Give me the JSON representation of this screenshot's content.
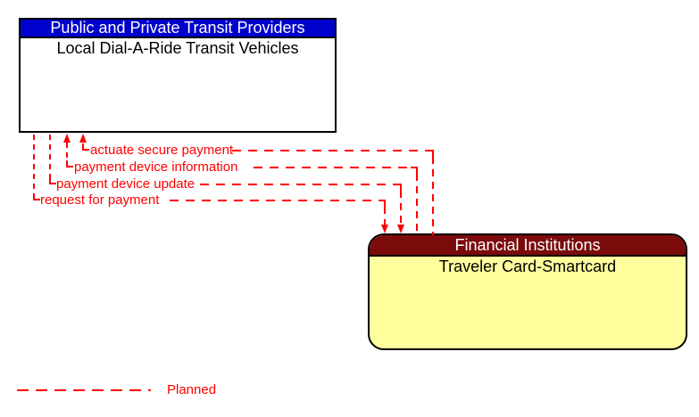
{
  "diagram": {
    "type": "architecture-interconnect-context-diagram"
  },
  "boxes": {
    "transit": {
      "header": "Public and Private Transit Providers",
      "title": "Local Dial-A-Ride Transit Vehicles"
    },
    "financial": {
      "header": "Financial Institutions",
      "title": "Traveler Card-Smartcard"
    }
  },
  "flows": [
    {
      "label": "actuate secure payment",
      "direction": "financial-to-transit",
      "status": "planned"
    },
    {
      "label": "payment device information",
      "direction": "financial-to-transit",
      "status": "planned"
    },
    {
      "label": "payment device update",
      "direction": "transit-to-financial",
      "status": "planned"
    },
    {
      "label": "request for payment",
      "direction": "transit-to-financial",
      "status": "planned"
    }
  ],
  "legend": {
    "label": "Planned",
    "line_style": "dashed"
  },
  "colors": {
    "transit-header-bg": "#0000CC",
    "financial-header-bg": "#7B0A0A",
    "financial-body-bg": "#FFFF9E",
    "flow-red": "#FF0000",
    "border-black": "#000000"
  }
}
